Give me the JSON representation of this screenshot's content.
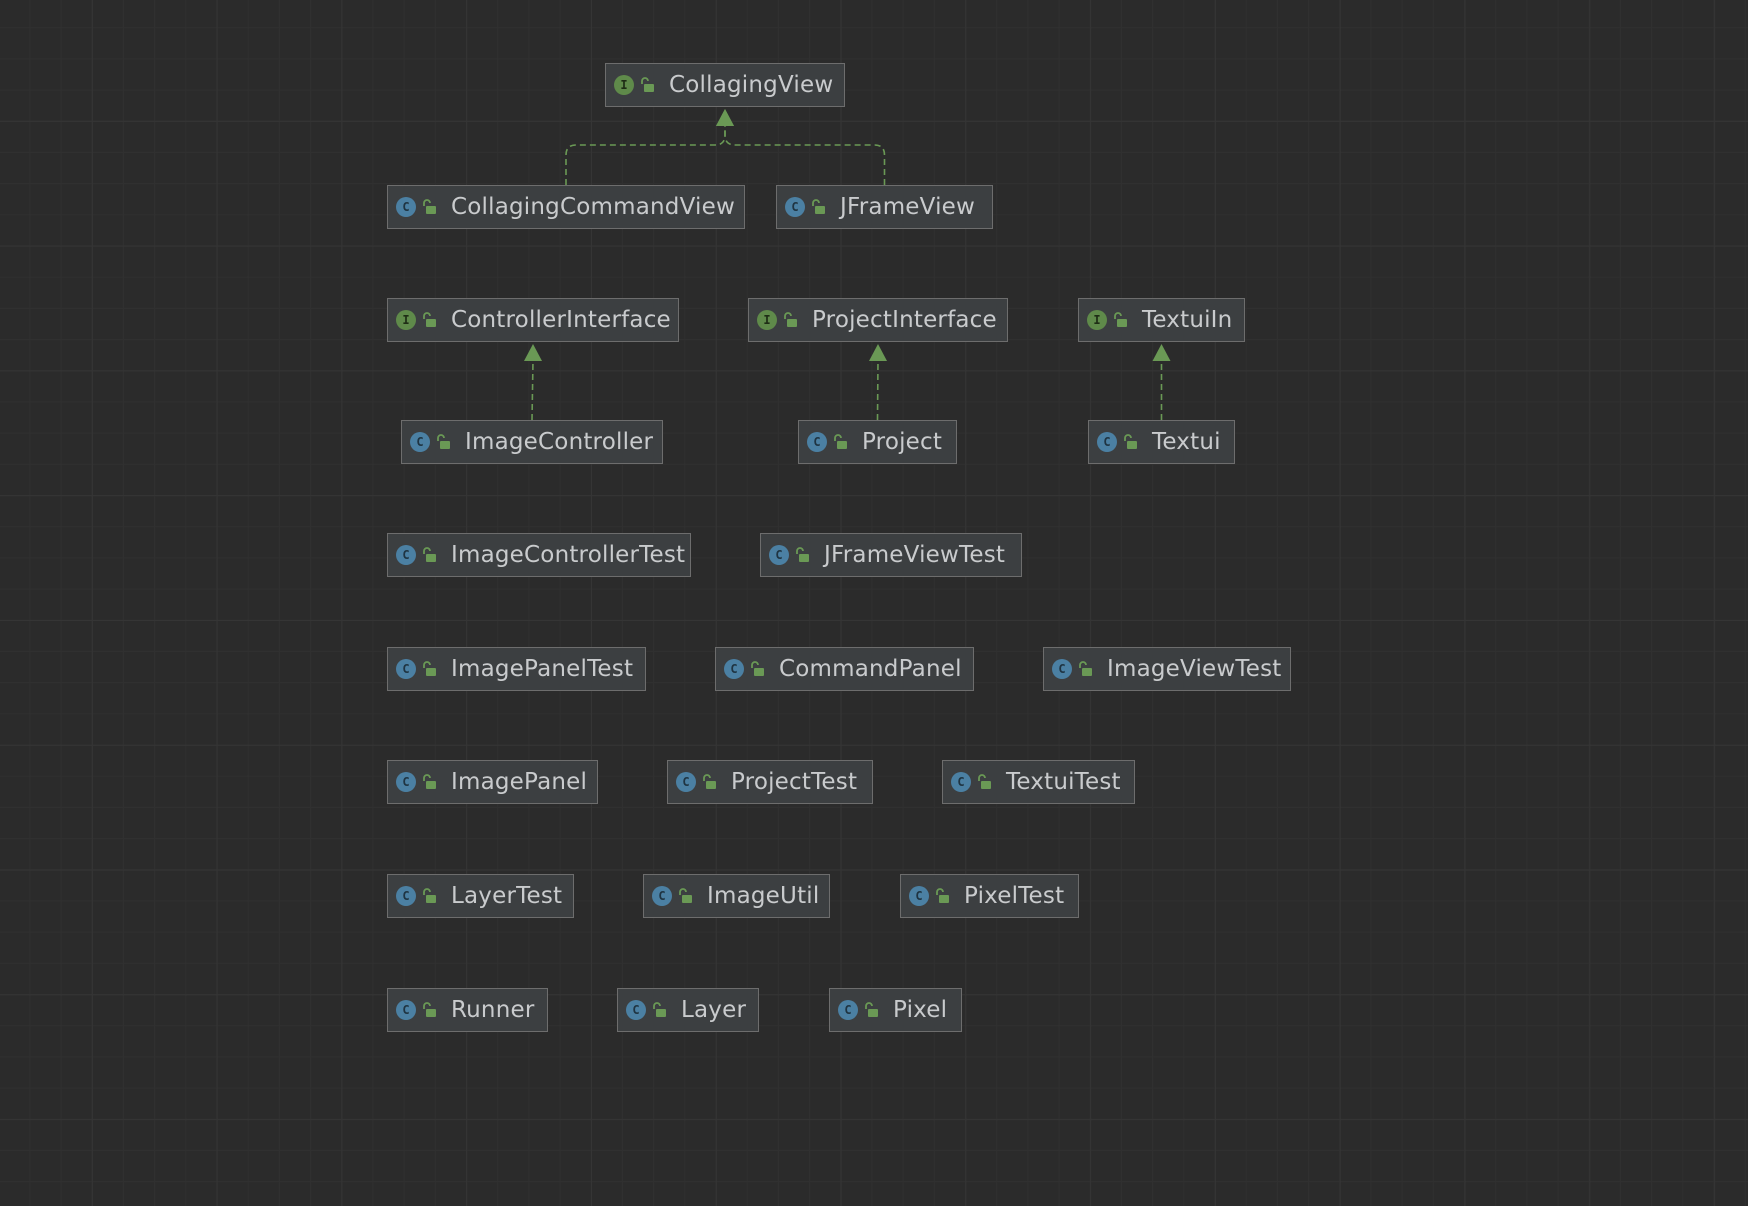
{
  "diagram": {
    "accent_edge": "#6a9955",
    "class_icon_color": "#4b80a3",
    "interface_icon_color": "#5f8a4a",
    "nodes": [
      {
        "id": "CollagingView",
        "label": "CollagingView",
        "kind": "interface",
        "icon_letter": "I"
      },
      {
        "id": "CollagingCommandView",
        "label": "CollagingCommandView",
        "kind": "class",
        "icon_letter": "C"
      },
      {
        "id": "JFrameView",
        "label": "JFrameView",
        "kind": "class",
        "icon_letter": "C"
      },
      {
        "id": "ControllerInterface",
        "label": "ControllerInterface",
        "kind": "interface",
        "icon_letter": "I"
      },
      {
        "id": "ProjectInterface",
        "label": "ProjectInterface",
        "kind": "interface",
        "icon_letter": "I"
      },
      {
        "id": "TextuiIn",
        "label": "TextuiIn",
        "kind": "interface",
        "icon_letter": "I"
      },
      {
        "id": "ImageController",
        "label": "ImageController",
        "kind": "class",
        "icon_letter": "C"
      },
      {
        "id": "Project",
        "label": "Project",
        "kind": "class",
        "icon_letter": "C"
      },
      {
        "id": "Textui",
        "label": "Textui",
        "kind": "class",
        "icon_letter": "C"
      },
      {
        "id": "ImageControllerTest",
        "label": "ImageControllerTest",
        "kind": "class",
        "icon_letter": "C"
      },
      {
        "id": "JFrameViewTest",
        "label": "JFrameViewTest",
        "kind": "class",
        "icon_letter": "C"
      },
      {
        "id": "ImagePanelTest",
        "label": "ImagePanelTest",
        "kind": "class",
        "icon_letter": "C"
      },
      {
        "id": "CommandPanel",
        "label": "CommandPanel",
        "kind": "class",
        "icon_letter": "C"
      },
      {
        "id": "ImageViewTest",
        "label": "ImageViewTest",
        "kind": "class",
        "icon_letter": "C"
      },
      {
        "id": "ImagePanel",
        "label": "ImagePanel",
        "kind": "class",
        "icon_letter": "C"
      },
      {
        "id": "ProjectTest",
        "label": "ProjectTest",
        "kind": "class",
        "icon_letter": "C"
      },
      {
        "id": "TextuiTest",
        "label": "TextuiTest",
        "kind": "class",
        "icon_letter": "C"
      },
      {
        "id": "LayerTest",
        "label": "LayerTest",
        "kind": "class",
        "icon_letter": "C"
      },
      {
        "id": "ImageUtil",
        "label": "ImageUtil",
        "kind": "class",
        "icon_letter": "C"
      },
      {
        "id": "PixelTest",
        "label": "PixelTest",
        "kind": "class",
        "icon_letter": "C"
      },
      {
        "id": "Runner",
        "label": "Runner",
        "kind": "class",
        "icon_letter": "C"
      },
      {
        "id": "Layer",
        "label": "Layer",
        "kind": "class",
        "icon_letter": "C"
      },
      {
        "id": "Pixel",
        "label": "Pixel",
        "kind": "class",
        "icon_letter": "C"
      }
    ],
    "edges": [
      {
        "from": "CollagingCommandView",
        "to": "CollagingView",
        "type": "implements"
      },
      {
        "from": "JFrameView",
        "to": "CollagingView",
        "type": "implements"
      },
      {
        "from": "ImageController",
        "to": "ControllerInterface",
        "type": "implements"
      },
      {
        "from": "Project",
        "to": "ProjectInterface",
        "type": "implements"
      },
      {
        "from": "Textui",
        "to": "TextuiIn",
        "type": "implements"
      }
    ]
  }
}
